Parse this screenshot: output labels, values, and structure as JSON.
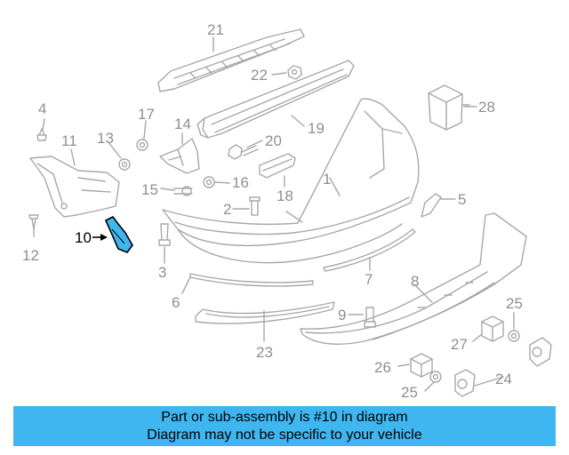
{
  "labels": {
    "l1": "1",
    "l2": "2",
    "l3": "3",
    "l4": "4",
    "l5": "5",
    "l6": "6",
    "l7": "7",
    "l8": "8",
    "l9": "9",
    "l10": "10",
    "l11": "11",
    "l12": "12",
    "l13": "13",
    "l14": "14",
    "l15": "15",
    "l16": "16",
    "l17": "17",
    "l18": "18",
    "l19": "19",
    "l20": "20",
    "l21": "21",
    "l22": "22",
    "l23": "23",
    "l24": "24",
    "l25a": "25",
    "l25b": "25",
    "l26": "26",
    "l27": "27",
    "l28": "28"
  },
  "highlight_part": "10",
  "colors": {
    "line_art": "#a8a8a8",
    "highlight_fill": "#3fb6ef",
    "caption_bg": "#3fb6ef",
    "caption_text": "#000000"
  },
  "caption": {
    "line1": "Part or sub-assembly is #10 in diagram",
    "line2": "Diagram may not be specific to your vehicle"
  }
}
